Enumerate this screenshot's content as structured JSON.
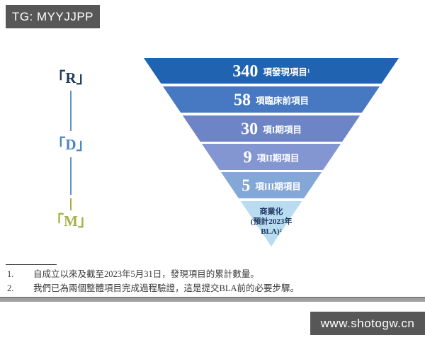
{
  "watermarks": {
    "top": "TG: MYYJJPP",
    "bottom": "www.shotogw.cn",
    "banner_color": "#575757"
  },
  "pipeline_letters": {
    "r": {
      "label": "「R」",
      "color": "#1e3a5f"
    },
    "d": {
      "label": "「D」",
      "color": "#4d84c2"
    },
    "m": {
      "label": "「M」",
      "color": "#a4b245"
    },
    "connector_blue": "#5e93cc",
    "connector_olive": "#a4b245"
  },
  "chart_data": {
    "type": "funnel",
    "orientation": "inverted-pyramid",
    "text_color": "#ffffff",
    "stages": [
      {
        "value": "340",
        "label": "項發現項目¹",
        "color": "#2063b1"
      },
      {
        "value": "58",
        "label": "項臨床前項目",
        "color": "#4679c1"
      },
      {
        "value": "30",
        "label": "項I期項目",
        "color": "#6d85c7"
      },
      {
        "value": "9",
        "label": "項II期項目",
        "color": "#8496d1"
      },
      {
        "value": "5",
        "label": "項III期項目",
        "color": "#83a7d6"
      }
    ],
    "apex": {
      "lines": [
        "商業化",
        "(預計2023年",
        "BLA)²"
      ],
      "color": "#b9dcf0",
      "text_color": "#1f3864"
    }
  },
  "footnotes": [
    {
      "marker": "1.",
      "text": "自成立以來及截至2023年5月31日，發現項目的累計數量。"
    },
    {
      "marker": "2.",
      "text": "我們已為兩個整體項目完成過程驗證，這是提交BLA前的必要步驟。"
    }
  ]
}
